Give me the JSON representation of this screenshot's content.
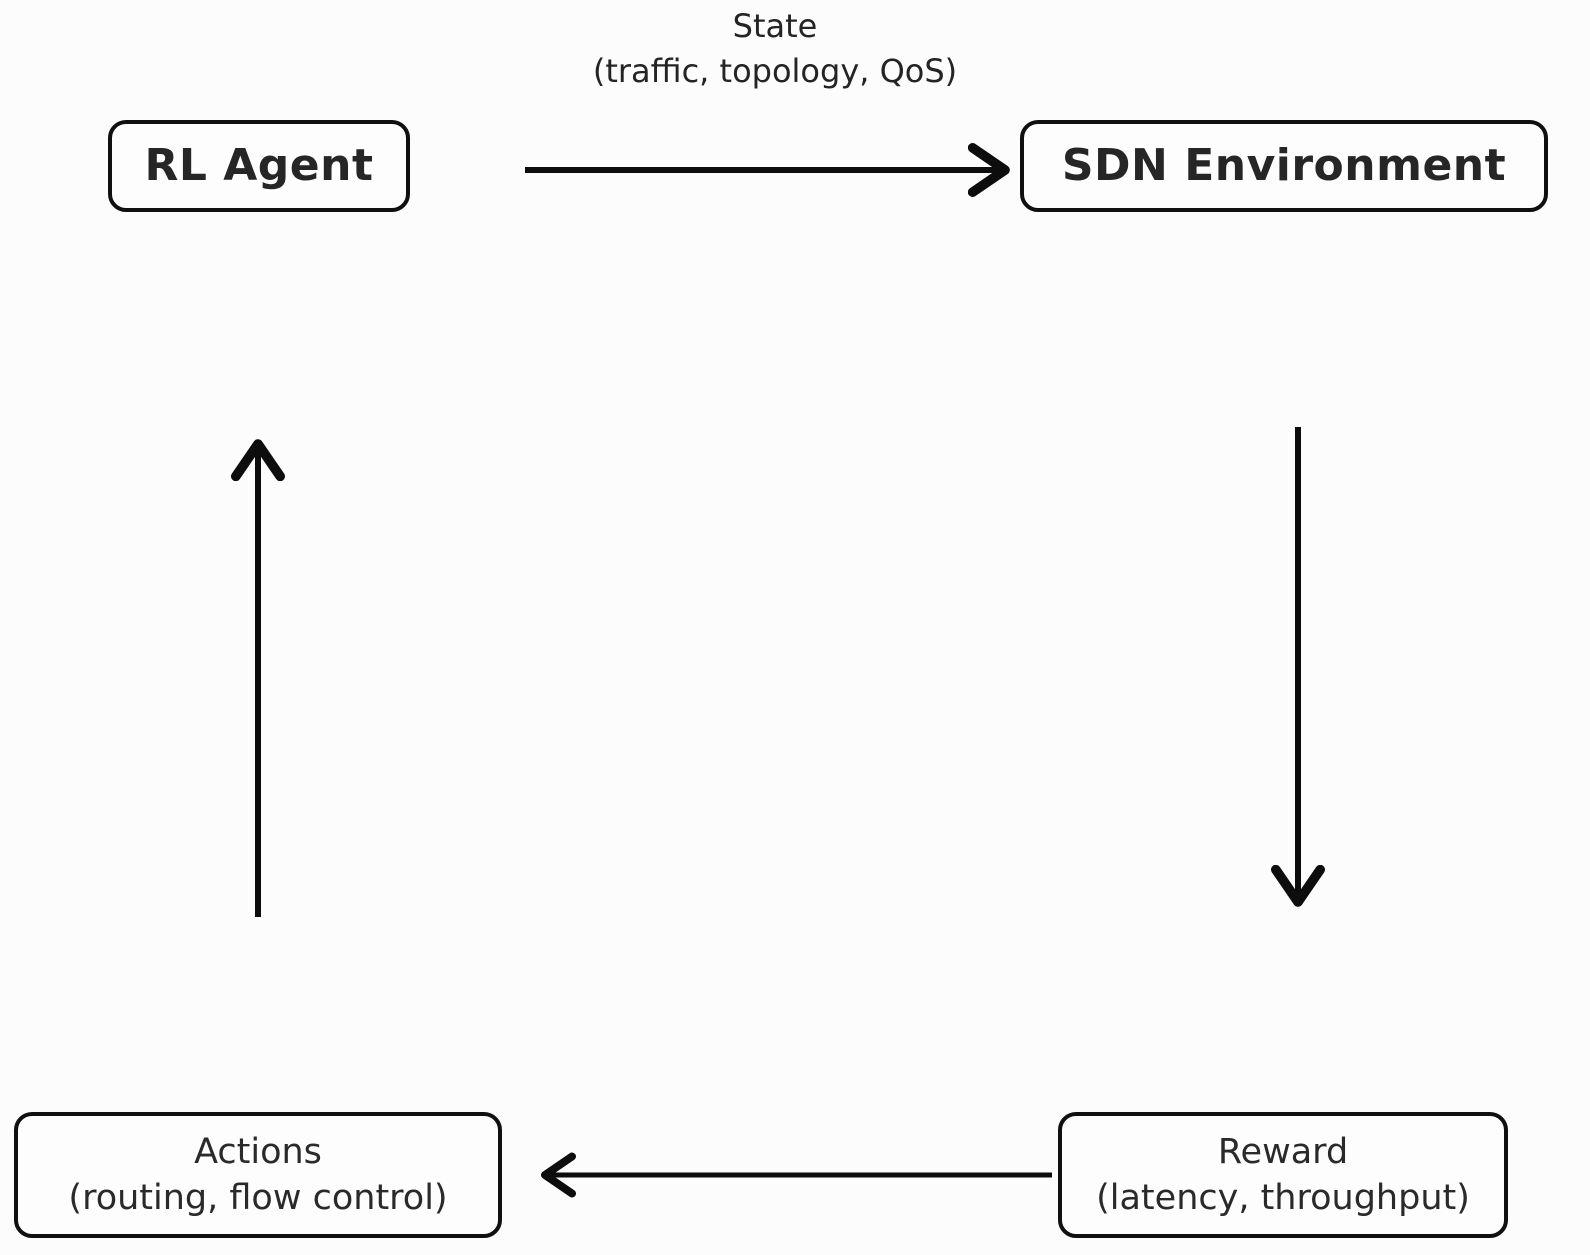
{
  "nodes": {
    "rl_agent": {
      "label": "RL Agent"
    },
    "sdn_environment": {
      "label": "SDN Environment"
    },
    "actions": {
      "label": "Actions",
      "sublabel": "(routing, flow control)"
    },
    "reward": {
      "label": "Reward",
      "sublabel": "(latency, throughput)"
    }
  },
  "edge_labels": {
    "state": {
      "label": "State",
      "sublabel": "(traffic, topology, QoS)"
    }
  },
  "colors": {
    "line": "#0d0d0d",
    "box_border": "#101010",
    "text": "#242424",
    "background": "#fcfcfc"
  }
}
